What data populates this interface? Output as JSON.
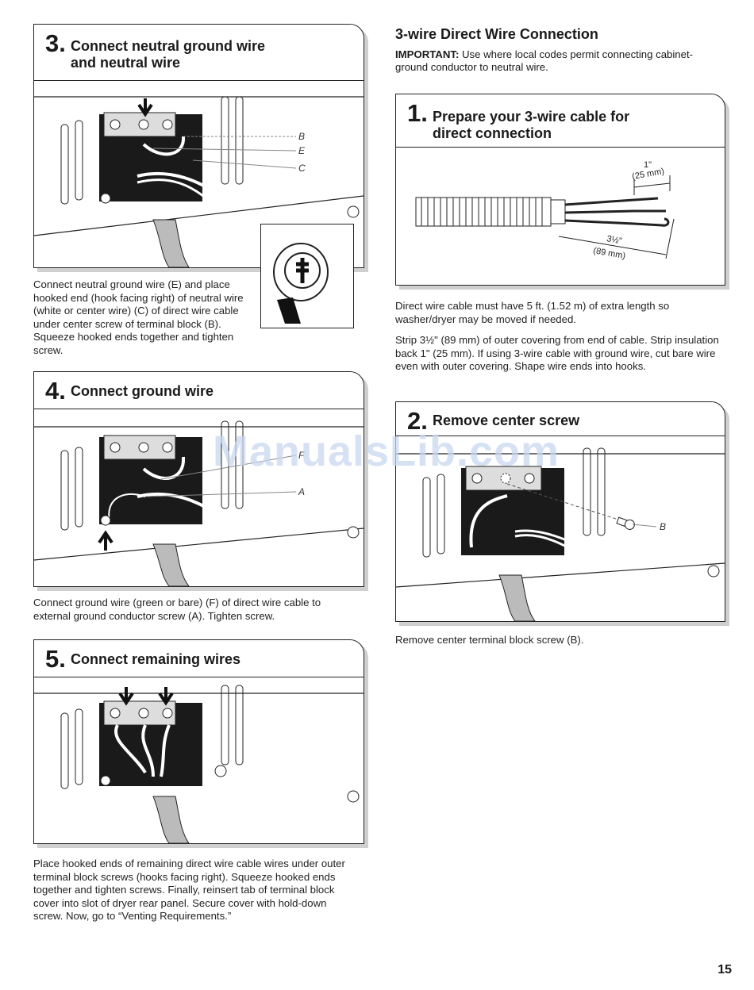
{
  "left": {
    "step3": {
      "num": "3.",
      "title_line1": "Connect neutral ground wire",
      "title_line2": "and neutral wire",
      "labels": {
        "b": "B",
        "e": "E",
        "c": "C"
      },
      "caption": "Connect neutral ground wire (E) and place hooked end (hook facing right) of neutral wire (white or center wire) (C) of direct wire cable under center screw of terminal block (B). Squeeze hooked ends together and tighten screw."
    },
    "step4": {
      "num": "4.",
      "title": "Connect ground wire",
      "labels": {
        "f": "F",
        "a": "A"
      },
      "caption": "Connect ground wire (green or bare) (F) of direct wire cable to external ground conductor screw (A). Tighten screw."
    },
    "step5": {
      "num": "5.",
      "title": "Connect remaining wires",
      "caption": "Place hooked ends of remaining direct wire cable wires under outer terminal block screws (hooks facing right). Squeeze hooked ends together and tighten screws. Finally, reinsert tab of terminal block cover into slot of dryer rear panel. Secure cover with hold-down screw. Now, go to “Venting Requirements.”"
    }
  },
  "right": {
    "section_title": "3-wire Direct Wire Connection",
    "important_label": "IMPORTANT:",
    "important_text": " Use where local codes permit connecting cabinet-ground conductor to neutral wire.",
    "step1": {
      "num": "1.",
      "title_line1": "Prepare your 3-wire cable for",
      "title_line2": "direct connection",
      "dim1_a": "1\"",
      "dim1_b": "(25 mm)",
      "dim2_a": "3½\"",
      "dim2_b": "(89 mm)",
      "caption1": "Direct wire cable must have 5 ft. (1.52 m) of extra length so washer/dryer may be moved if needed.",
      "caption2": "Strip 3½\" (89 mm) of outer covering from end of cable. Strip insulation back 1\" (25 mm). If using 3-wire cable with ground wire, cut bare wire even with outer covering. Shape wire ends into hooks."
    },
    "step2": {
      "num": "2.",
      "title": "Remove center screw",
      "labels": {
        "b": "B"
      },
      "caption": "Remove center terminal block screw (B)."
    }
  },
  "watermark": "ManualsLib.com",
  "page_number": "15"
}
